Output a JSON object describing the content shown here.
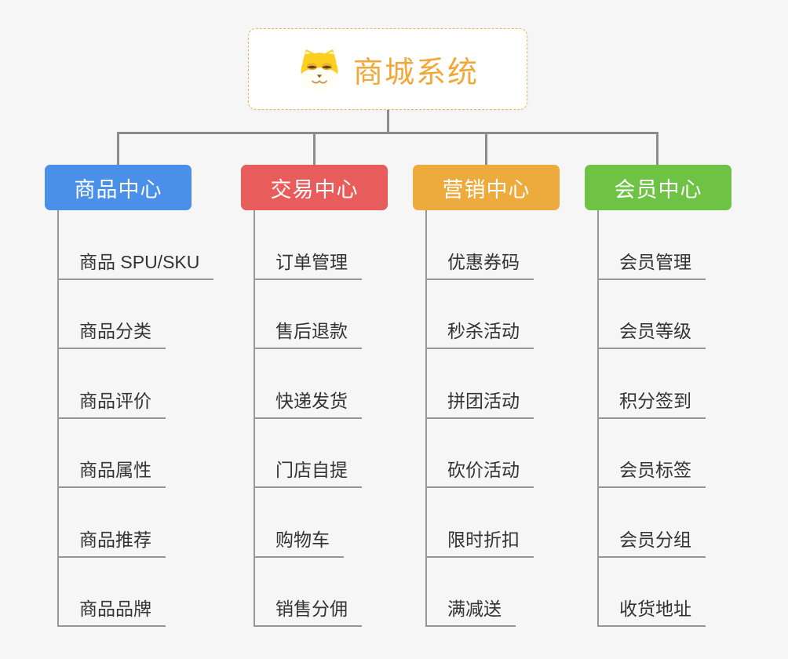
{
  "page": {
    "background_color": "#f6f6f6",
    "connector_color": "#8c8c8c",
    "child_line_color": "#979797",
    "child_text_color": "#333333"
  },
  "root": {
    "title": "商城系统",
    "icon": "dog-face-icon",
    "text_color": "#f1a83b",
    "border_color": "#f0b35e",
    "background": "#ffffff"
  },
  "branches": [
    {
      "label": "商品中心",
      "color": "#4a90e8",
      "children": [
        "商品 SPU/SKU",
        "商品分类",
        "商品评价",
        "商品属性",
        "商品推荐",
        "商品品牌"
      ]
    },
    {
      "label": "交易中心",
      "color": "#e85c5c",
      "children": [
        "订单管理",
        "售后退款",
        "快递发货",
        "门店自提",
        "购物车",
        "销售分佣"
      ]
    },
    {
      "label": "营销中心",
      "color": "#ecab3c",
      "children": [
        "优惠券码",
        "秒杀活动",
        "拼团活动",
        "砍价活动",
        "限时折扣",
        "满减送"
      ]
    },
    {
      "label": "会员中心",
      "color": "#6fc344",
      "children": [
        "会员管理",
        "会员等级",
        "积分签到",
        "会员标签",
        "会员分组",
        "收货地址"
      ]
    }
  ]
}
